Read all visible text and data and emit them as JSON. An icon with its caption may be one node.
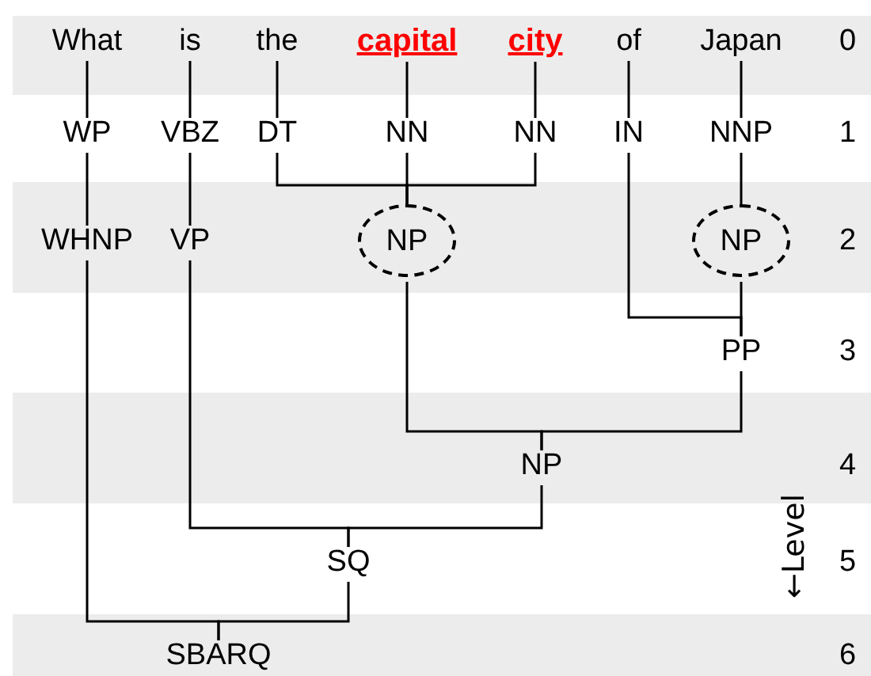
{
  "diagram": {
    "nodes": [
      {
        "text": [
          "What"
        ]
      },
      {
        "text": [
          "is"
        ]
      },
      {
        "text": [
          "the"
        ]
      },
      {
        "text": [
          "capital"
        ]
      },
      {
        "text": [
          "city"
        ]
      },
      {
        "text": [
          "of"
        ]
      },
      {
        "text": [
          "Japan"
        ]
      },
      {
        "text": [
          "WP"
        ]
      },
      {
        "text": [
          "VBZ"
        ]
      },
      {
        "text": [
          "DT"
        ]
      },
      {
        "text": [
          "NN"
        ]
      },
      {
        "text": [
          "NN"
        ]
      },
      {
        "text": [
          "IN"
        ]
      },
      {
        "text": [
          "NNP"
        ]
      },
      {
        "text": [
          "WHNP"
        ]
      },
      {
        "text": [
          "VP"
        ]
      },
      {
        "text": [],
        "shape": "circle"
      },
      {
        "text": [
          "NP"
        ],
        "in": 16
      },
      {
        "text": [],
        "shape": "circle"
      },
      {
        "text": [
          "NP"
        ],
        "in": 18
      },
      {
        "text": [
          "PP"
        ]
      },
      {
        "text": [
          "NP"
        ]
      },
      {
        "text": [
          "SQ"
        ]
      },
      {
        "text": [
          "SBARQ"
        ]
      }
    ],
    "edges": [
      {
        "from": 0,
        "to": 7,
        "arrow": "none"
      },
      {
        "from": 1,
        "to": 8,
        "arrow": "none"
      },
      {
        "from": 2,
        "to": 9,
        "arrow": "none"
      },
      {
        "from": 3,
        "to": 10,
        "arrow": "none"
      },
      {
        "from": 4,
        "to": 11,
        "arrow": "none"
      },
      {
        "from": 5,
        "to": 12,
        "arrow": "none"
      },
      {
        "from": 6,
        "to": 13,
        "arrow": "none"
      },
      {
        "from": 7,
        "to": 14,
        "arrow": "none"
      },
      {
        "from": 8,
        "to": 15,
        "arrow": "none"
      },
      {
        "from": 9,
        "to": 16,
        "arrow": "none"
      },
      {
        "from": 10,
        "to": 16,
        "arrow": "none"
      },
      {
        "from": 11,
        "to": 16,
        "arrow": "none"
      },
      {
        "from": 13,
        "to": 18,
        "arrow": "none"
      },
      {
        "from": 12,
        "to": 20,
        "arrow": "none"
      },
      {
        "from": 18,
        "to": 20,
        "arrow": "none"
      },
      {
        "from": 16,
        "to": 21,
        "arrow": "none"
      },
      {
        "from": 20,
        "to": 21,
        "arrow": "none"
      },
      {
        "from": 15,
        "to": 22,
        "arrow": "none"
      },
      {
        "from": 21,
        "to": 22,
        "arrow": "none"
      },
      {
        "from": 14,
        "to": 23,
        "arrow": "none"
      },
      {
        "from": 22,
        "to": 23,
        "arrow": "none"
      }
    ],
    "labels": [
      "0",
      "1",
      "2",
      "3",
      "4",
      "5",
      "6",
      "←Level"
    ]
  }
}
